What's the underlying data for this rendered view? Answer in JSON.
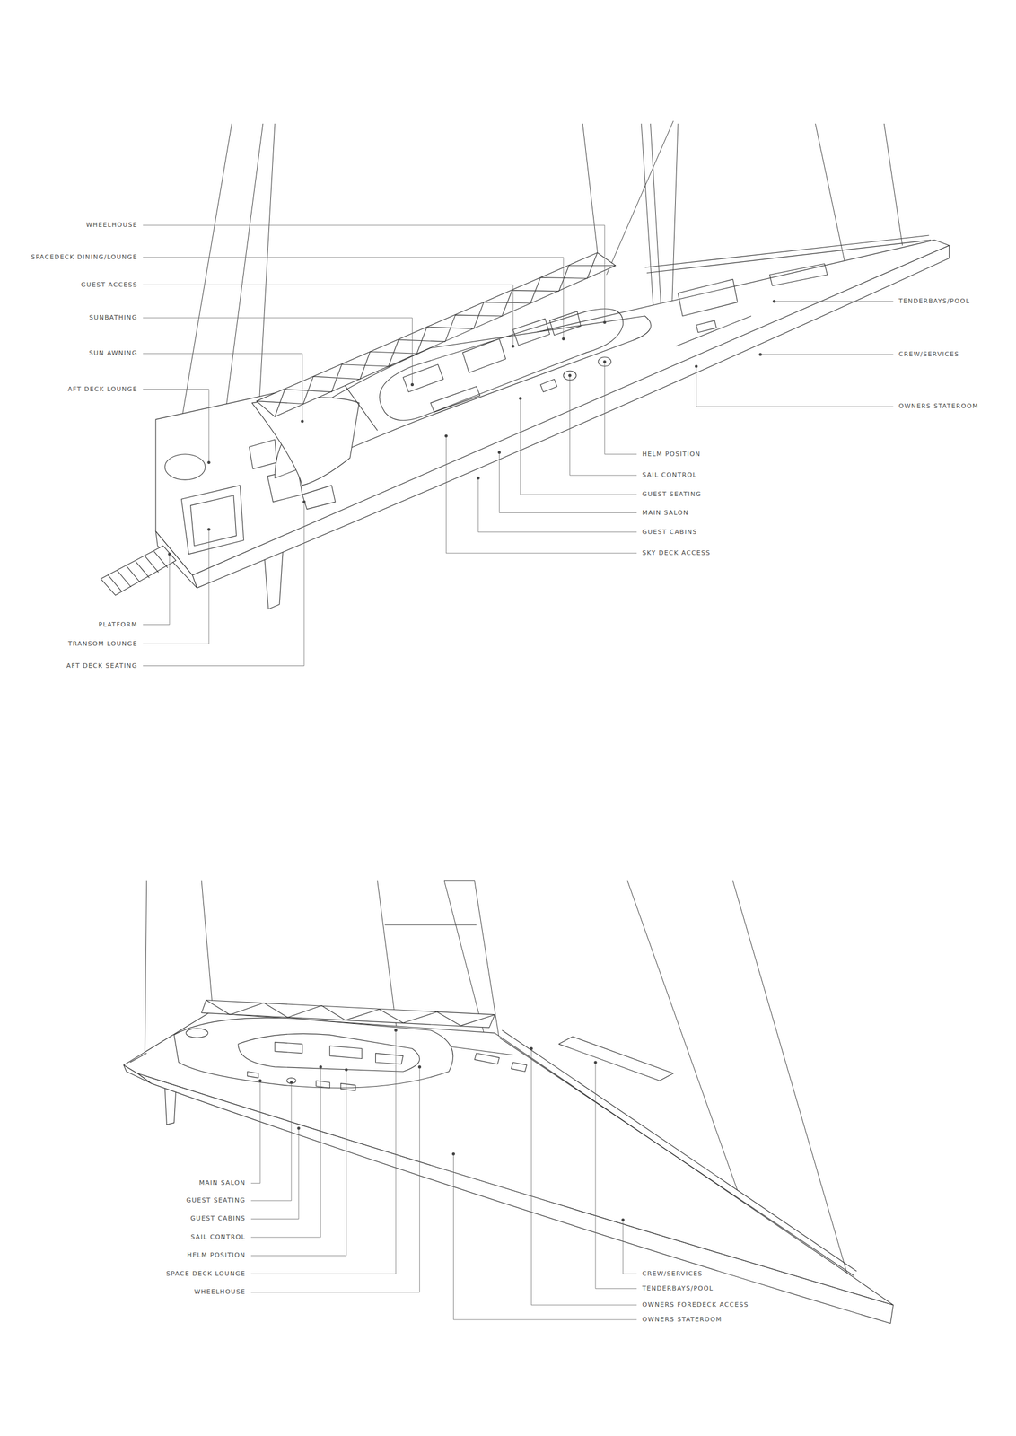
{
  "diagram": {
    "labels": [
      "WHEELHOUSE",
      "SPACEDECK DINING/LOUNGE",
      "GUEST ACCESS",
      "SUNBATHING",
      "SUN AWNING",
      "AFT DECK LOUNGE",
      "TENDERBAYS/POOL",
      "CREW/SERVICES",
      "OWNERS STATEROOM",
      "HELM POSITION",
      "SAIL CONTROL",
      "GUEST SEATING",
      "MAIN SALON",
      "GUEST CABINS",
      "SKY DECK ACCESS",
      "PLATFORM",
      "TRANSOM LOUNGE",
      "AFT DECK SEATING",
      "MAIN SALON",
      "GUEST SEATING",
      "GUEST CABINS",
      "SAIL CONTROL",
      "HELM POSITION",
      "SPACE DECK LOUNGE",
      "WHEELHOUSE",
      "CREW/SERVICES",
      "TENDERBAYS/POOL",
      "OWNERS FOREDECK ACCESS",
      "OWNERS STATEROOM"
    ]
  }
}
